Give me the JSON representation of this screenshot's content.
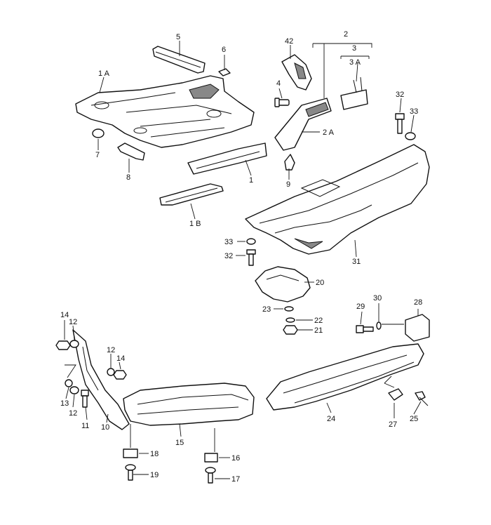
{
  "diagram": {
    "labels": {
      "p1": "1",
      "p1A": "1 A",
      "p1B": "1 B",
      "p2": "2",
      "p2A": "2 A",
      "p3": "3",
      "p3A": "3 A",
      "p4": "4",
      "p5": "5",
      "p6": "6",
      "p7": "7",
      "p8": "8",
      "p9": "9",
      "p10": "10",
      "p11": "11",
      "p12a": "12",
      "p12b": "12",
      "p12c": "12",
      "p13": "13",
      "p14a": "14",
      "p14b": "14",
      "p15": "15",
      "p16": "16",
      "p17": "17",
      "p18": "18",
      "p19": "19",
      "p20": "20",
      "p21": "21",
      "p22": "22",
      "p23": "23",
      "p24": "24",
      "p25": "25",
      "p27": "27",
      "p28": "28",
      "p29": "29",
      "p30": "30",
      "p31": "31",
      "p32a": "32",
      "p32b": "32",
      "p33a": "33",
      "p33b": "33",
      "p42": "42"
    }
  }
}
